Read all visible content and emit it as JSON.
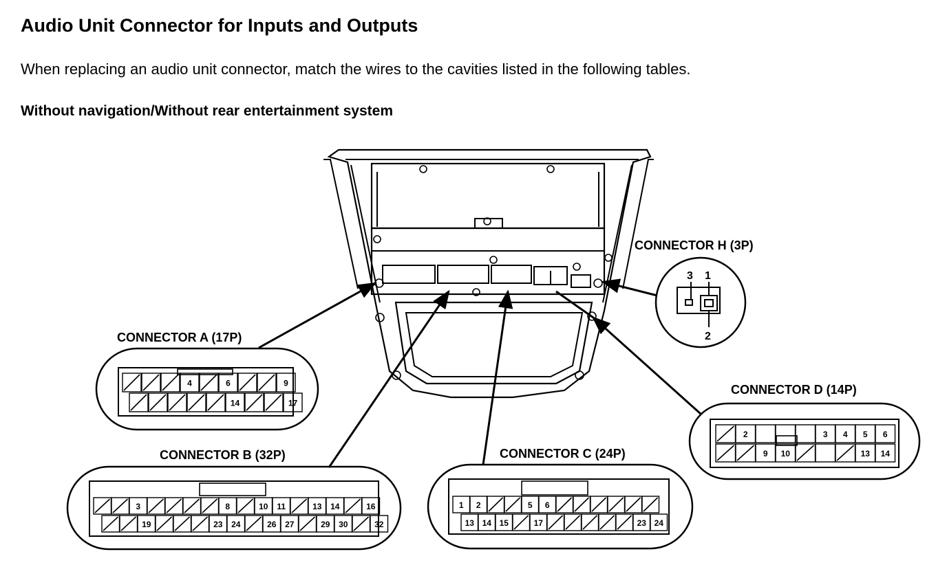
{
  "title": "Audio Unit Connector for Inputs and Outputs",
  "intro": "When replacing an audio unit connector, match the wires to the cavities listed in the following tables.",
  "subheading": "Without navigation/Without rear entertainment system",
  "connectors": {
    "a": {
      "label": "CONNECTOR A (17P)",
      "rows": [
        [
          "/",
          "/",
          "/",
          "4",
          "/",
          "6",
          "/",
          "/",
          "9"
        ],
        [
          "/",
          "/",
          "/",
          "/",
          "/",
          "14",
          "/",
          "/",
          "17"
        ]
      ]
    },
    "b": {
      "label": "CONNECTOR B (32P)",
      "rows": [
        [
          "/",
          "/",
          "3",
          "/",
          "/",
          "/",
          "/",
          "8",
          "/",
          "10",
          "11",
          "/",
          "13",
          "14",
          "/",
          "16"
        ],
        [
          "/",
          "/",
          "19",
          "/",
          "/",
          "/",
          "23",
          "24",
          "/",
          "26",
          "27",
          "/",
          "29",
          "30",
          "/",
          "32"
        ]
      ]
    },
    "c": {
      "label": "CONNECTOR C (24P)",
      "rows": [
        [
          "1",
          "2",
          "/",
          "/",
          "5",
          "6",
          "/",
          "/",
          "/",
          "/",
          "/",
          "/"
        ],
        [
          "13",
          "14",
          "15",
          "/",
          "17",
          "/",
          "/",
          "/",
          "/",
          "/",
          "23",
          "24"
        ]
      ]
    },
    "d": {
      "label": "CONNECTOR D (14P)",
      "rows": [
        [
          "/",
          "2",
          "",
          "",
          "",
          "3",
          "4",
          "5",
          "6"
        ],
        [
          "/",
          "/",
          "9",
          "10",
          "/",
          "",
          "/",
          "13",
          "14"
        ]
      ]
    },
    "h": {
      "label": "CONNECTOR H (3P)",
      "pins": [
        "3",
        "1",
        "2"
      ]
    }
  }
}
